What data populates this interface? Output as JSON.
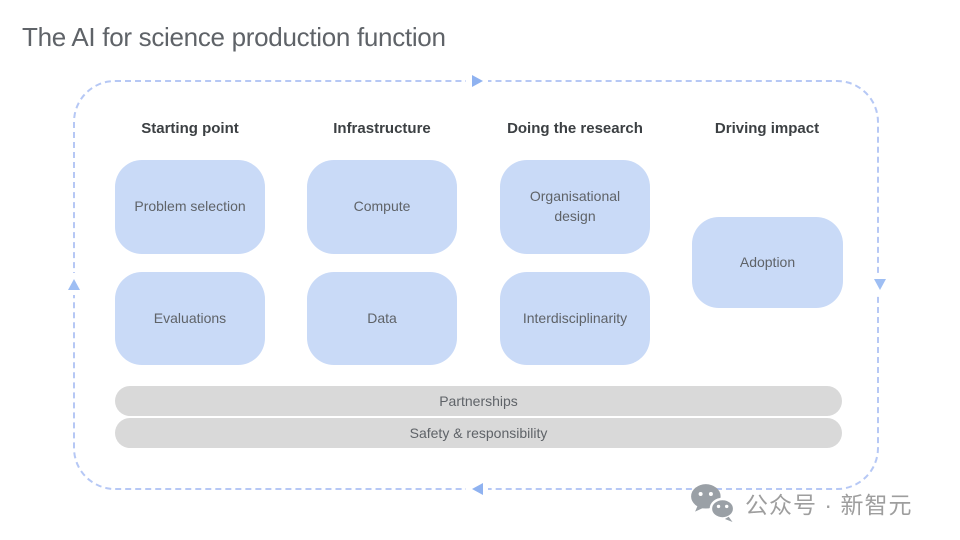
{
  "title": "The AI for science production function",
  "diagram": {
    "columns": [
      {
        "header": "Starting point",
        "boxes": [
          "Problem selection",
          "Evaluations"
        ]
      },
      {
        "header": "Infrastructure",
        "boxes": [
          "Compute",
          "Data"
        ]
      },
      {
        "header": "Doing the research",
        "boxes": [
          "Organisational design",
          "Interdisciplinarity"
        ]
      },
      {
        "header": "Driving impact",
        "boxes": [
          "Adoption"
        ]
      }
    ],
    "bars": [
      "Partnerships",
      "Safety & responsibility"
    ],
    "flow_arrows": [
      "right",
      "down",
      "left",
      "up"
    ]
  },
  "watermark": {
    "icon": "wechat-icon",
    "text": "公众号 · 新智元"
  },
  "colors": {
    "box_blue": "#c9daf7",
    "bar_gray": "#d9d9d9",
    "dash_blue": "#b6c8f5",
    "arrow_blue": "#8fb2f0",
    "title_gray": "#5f6368",
    "header_gray": "#3c4043",
    "watermark_gray": "#9e9e9e"
  }
}
